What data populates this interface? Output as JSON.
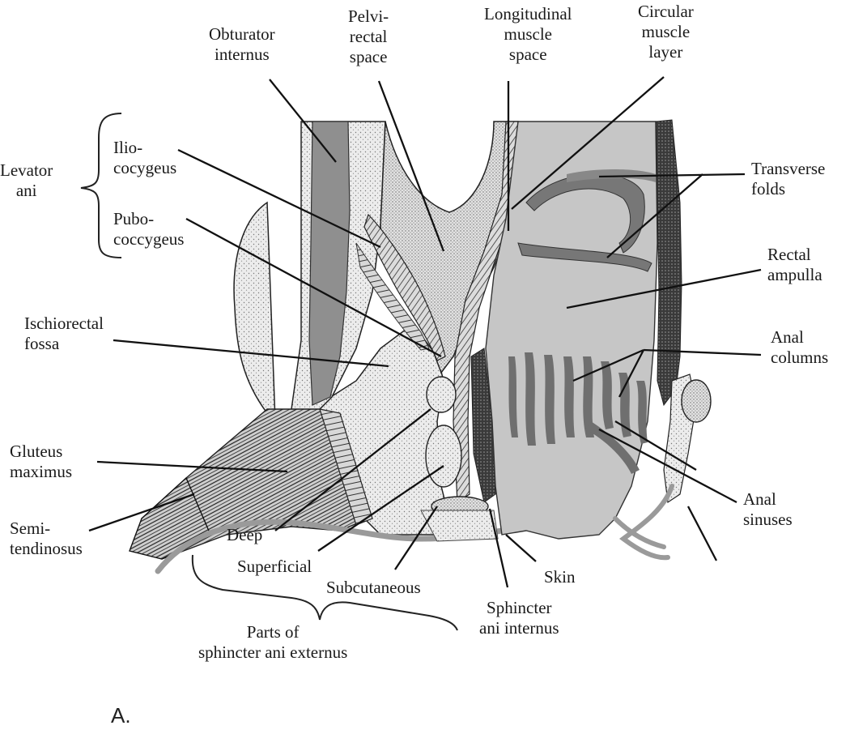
{
  "figure": {
    "panel_label": "A.",
    "colors": {
      "stipple_fill": "#eaeaea",
      "dark_muscle": "#8a8a8a",
      "rectum_fill": "#c4c4c4",
      "fold_dark": "#777777",
      "ink": "#1a1a1a",
      "skin_line": "#9a9a9a"
    },
    "labels": {
      "obturator_internus": "Obturator\ninternus",
      "pelvirectal_space": "Pelvi-\nrectal\nspace",
      "longitudinal_muscle_space": "Longitudinal\nmuscle\nspace",
      "circular_muscle_layer": "Circular\nmuscle\nlayer",
      "levator_ani": "Levator\nani",
      "iliococcygeus": "Ilio-\ncocygeus",
      "pubococcygeus": "Pubo-\ncoccygeus",
      "transverse_folds": "Transverse\nfolds",
      "rectal_ampulla": "Rectal\nampulla",
      "ischiorectal_fossa": "Ischiorectal\nfossa",
      "anal_columns": "Anal\ncolumns",
      "gluteus_maximus": "Gluteus\nmaximus",
      "semitendinosus": "Semi-\ntendinosus",
      "anal_sinuses": "Anal\nsinuses",
      "deep": "Deep",
      "superficial": "Superficial",
      "subcutaneous": "Subcutaneous",
      "skin": "Skin",
      "sphincter_ani_internus": "Sphincter\nani internus",
      "parts_of_sphincter": "Parts of\nsphincter ani externus"
    }
  }
}
